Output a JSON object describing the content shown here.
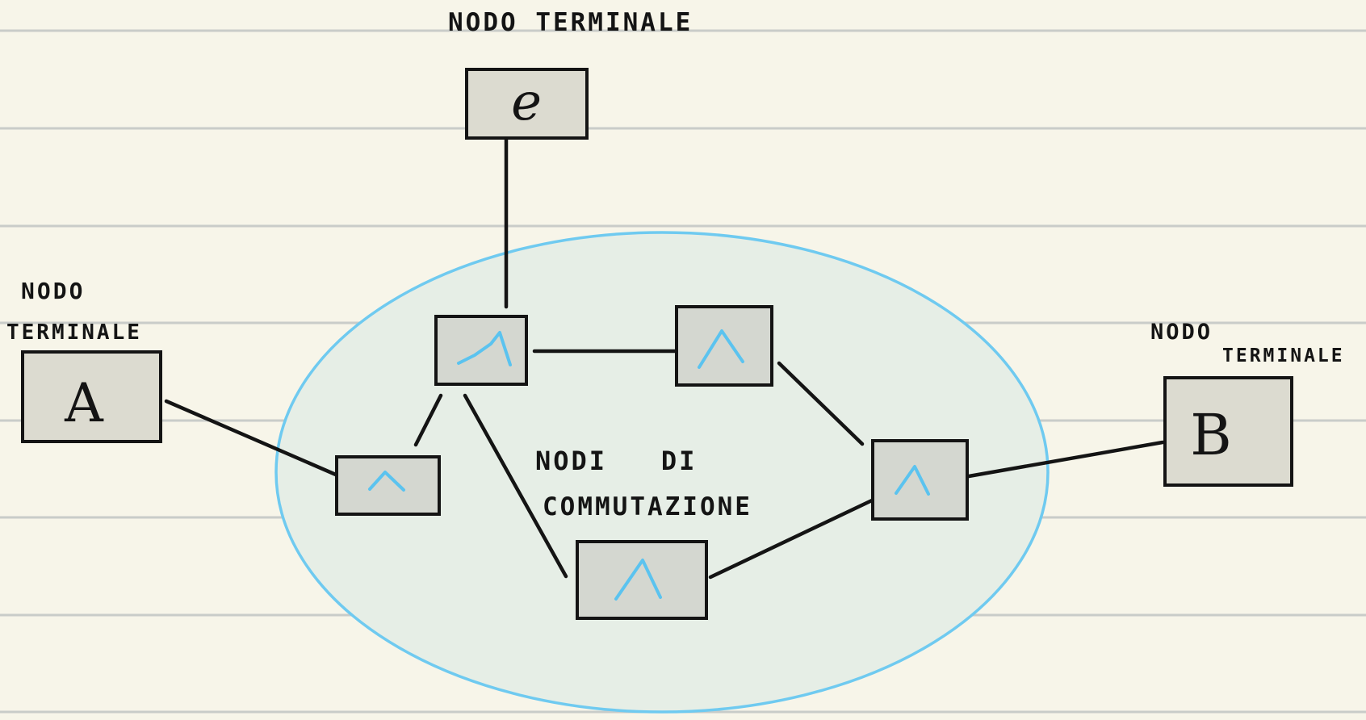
{
  "labels": {
    "top_terminal": "NODO TERMINALE",
    "left_terminal_line1": "NODO",
    "left_terminal_line2": "TERMINALE",
    "right_terminal_line1": "NODO",
    "right_terminal_line2": "TERMINALE",
    "switching_line1": "NODI   DI",
    "switching_line2": "COMMUTAZIONE"
  },
  "nodes": {
    "terminal_a": "A",
    "terminal_b": "B",
    "terminal_c": "e"
  },
  "colors": {
    "paper": "#f7f5e9",
    "rule_lines": "#c9ccc9",
    "cloud_fill": "#e6eee6",
    "cloud_stroke": "#6fcaf0",
    "router_glyph": "#5bc3ef",
    "ink": "#141414"
  },
  "icons": {
    "router": "caret-up-icon"
  }
}
